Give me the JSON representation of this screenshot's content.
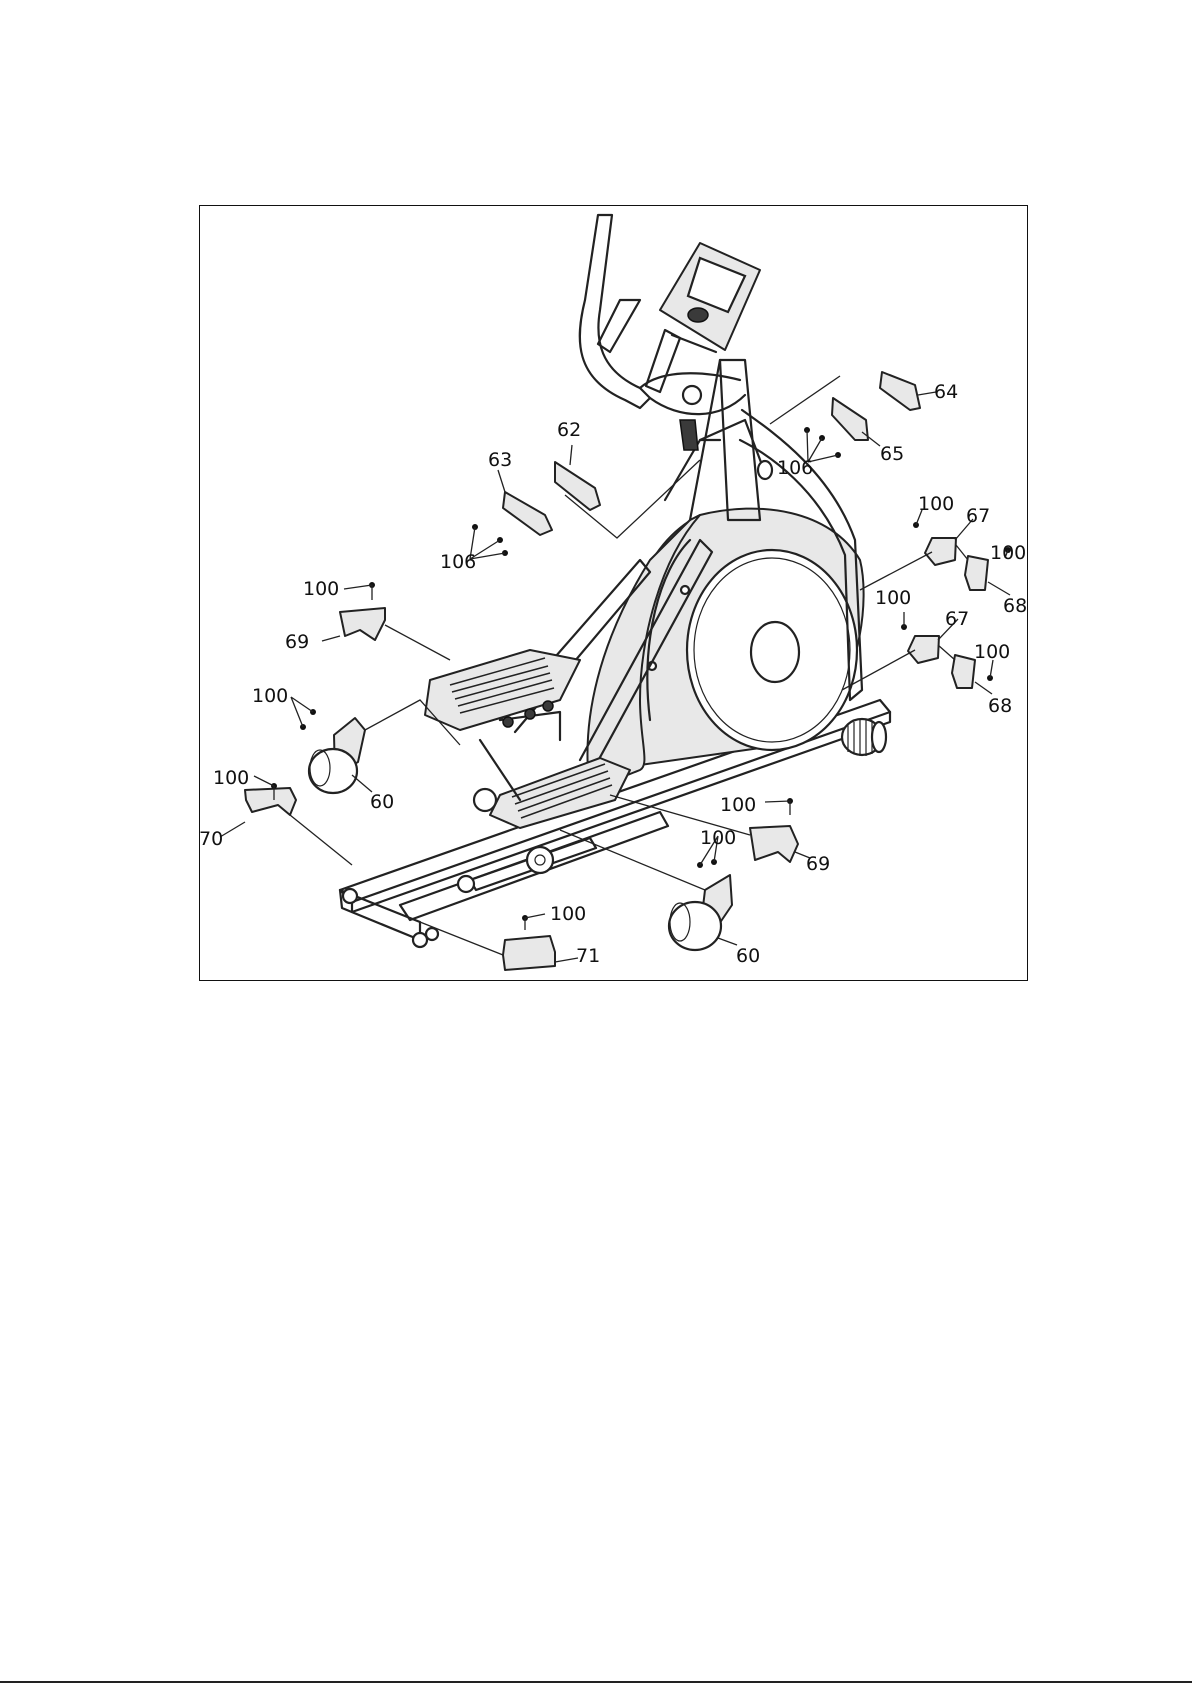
{
  "diagram": {
    "labels": {
      "p60a": "60",
      "p60b": "60",
      "p62": "62",
      "p63": "63",
      "p64": "64",
      "p65": "65",
      "p67a": "67",
      "p67b": "67",
      "p68a": "68",
      "p68b": "68",
      "p69a": "69",
      "p69b": "69",
      "p70": "70",
      "p71": "71",
      "p100a": "100",
      "p100b": "100",
      "p100c": "100",
      "p100d": "100",
      "p100e": "100",
      "p100f": "100",
      "p100g": "100",
      "p100h": "100",
      "p100i": "100",
      "p100j": "100",
      "p106a": "106",
      "p106b": "106"
    },
    "colors": {
      "line": "#222222",
      "fill": "#e8e8e8",
      "border": "#111111"
    }
  }
}
